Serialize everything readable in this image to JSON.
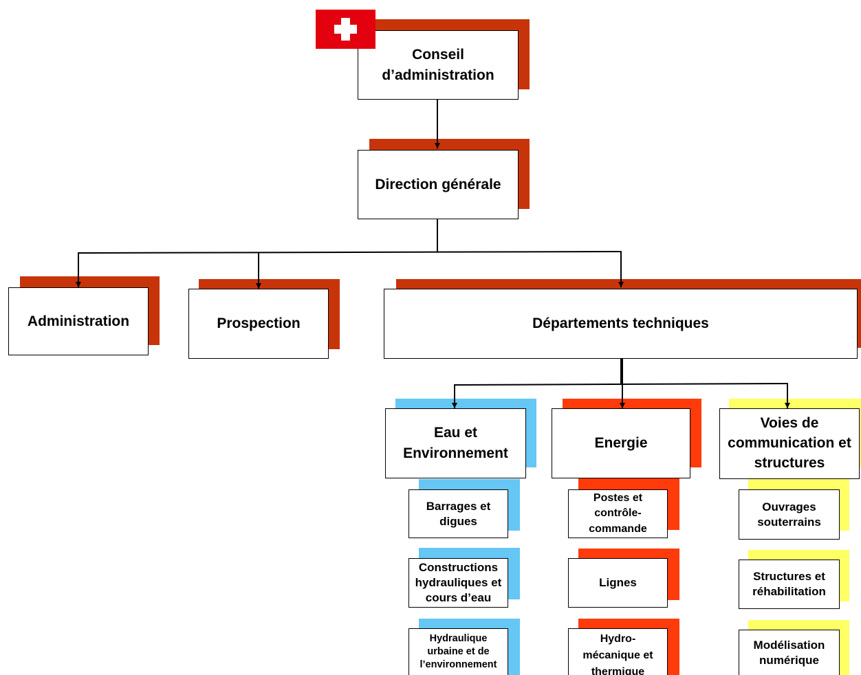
{
  "colors": {
    "shadow_main": "#c8340a",
    "shadow_water": "#66c6f4",
    "shadow_energy": "#ff3b0c",
    "shadow_voies": "#ffff66",
    "flag": "#e3000f"
  },
  "flag_icon": "swiss-flag",
  "nodes": {
    "conseil": "Conseil d’administration",
    "direction": "Direction générale",
    "administration": "Administration",
    "prospection": "Prospection",
    "departements": "Départements techniques",
    "eau": "Eau et Environnement",
    "energie": "Energie",
    "voies": "Voies de communication et structures"
  },
  "eau_sub": [
    "Barrages et digues",
    "Constructions hydrauliques et cours d’eau",
    "Hydraulique urbaine et de l’environnement"
  ],
  "energie_sub": [
    "Postes et contrôle-commande",
    "Lignes",
    "Hydro-mécanique et thermique"
  ],
  "voies_sub": [
    "Ouvrages souterrains",
    "Structures et réhabilitation",
    "Modélisation numérique"
  ]
}
